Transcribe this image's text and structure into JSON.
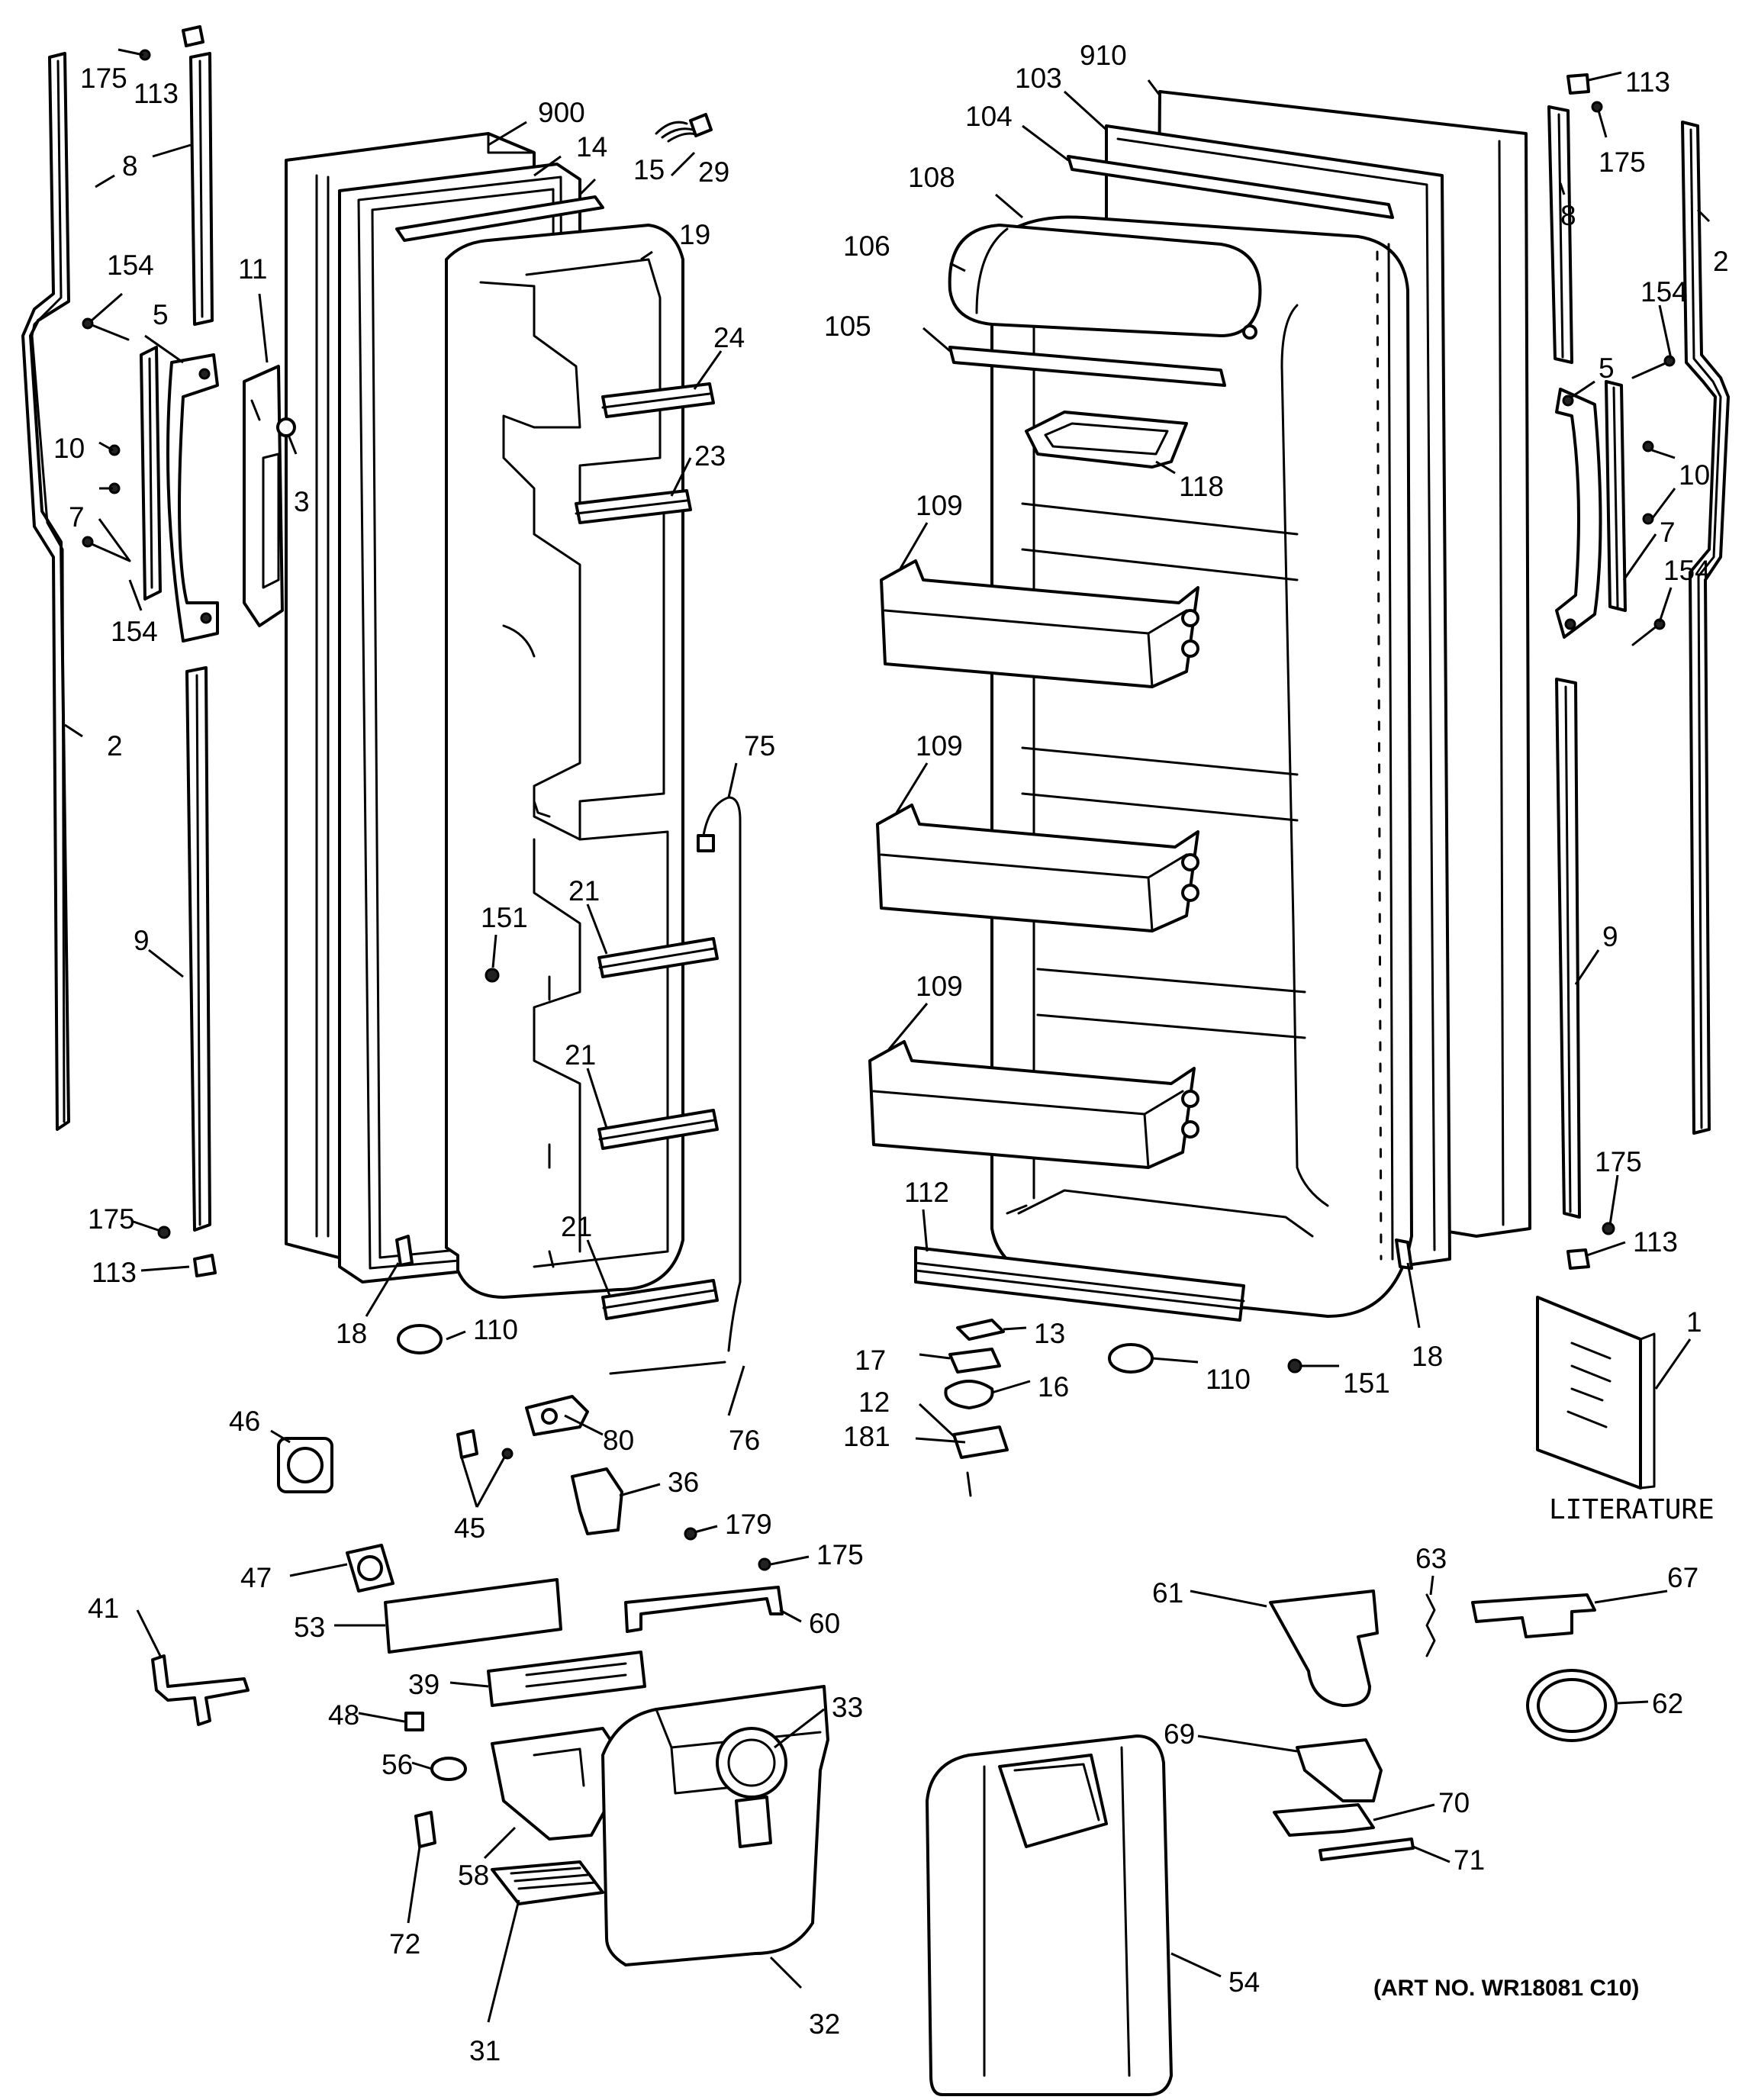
{
  "labels": {
    "l900": "900",
    "l14": "14",
    "l15": "15",
    "l29": "29",
    "l19": "19",
    "l24": "24",
    "l23": "23",
    "l11": "11",
    "l3": "3",
    "l5a": "5",
    "l175a": "175",
    "l113a": "113",
    "l8a": "8",
    "l154a": "154",
    "l10a": "10",
    "l7a": "7",
    "l154b": "154",
    "l2a": "2",
    "l9a": "9",
    "l175b": "175",
    "l113b": "113",
    "l18a": "18",
    "l110a": "110",
    "l75": "75",
    "l151a": "151",
    "l21a": "21",
    "l21b": "21",
    "l21c": "21",
    "l76": "76",
    "l80": "80",
    "l910": "910",
    "l103": "103",
    "l104": "104",
    "l108": "108",
    "l106": "106",
    "l105": "105",
    "l118": "118",
    "l109a": "109",
    "l109b": "109",
    "l109c": "109",
    "l112": "112",
    "l113c": "113",
    "l175c": "175",
    "l8b": "8",
    "l154c": "154",
    "l5b": "5",
    "l10b": "10",
    "l7b": "7",
    "l154d": "154",
    "l2b": "2",
    "l9b": "9",
    "l175d": "175",
    "l113d": "113",
    "l18b": "18",
    "l151b": "151",
    "l110b": "110",
    "l13": "13",
    "l17": "17",
    "l16": "16",
    "l12": "12",
    "l181": "181",
    "l1": "1",
    "l46": "46",
    "l45": "45",
    "l36": "36",
    "l179": "179",
    "l175e": "175",
    "l47": "47",
    "l41": "41",
    "l53": "53",
    "l60": "60",
    "l39": "39",
    "l48": "48",
    "l33": "33",
    "l56": "56",
    "l58": "58",
    "l72": "72",
    "l31": "31",
    "l32": "32",
    "l54": "54",
    "l61": "61",
    "l63": "63",
    "l67": "67",
    "l62": "62",
    "l69": "69",
    "l70": "70",
    "l71": "71"
  },
  "literature_caption": "LITERATURE",
  "art_number": "(ART NO. WR18081 C10)"
}
